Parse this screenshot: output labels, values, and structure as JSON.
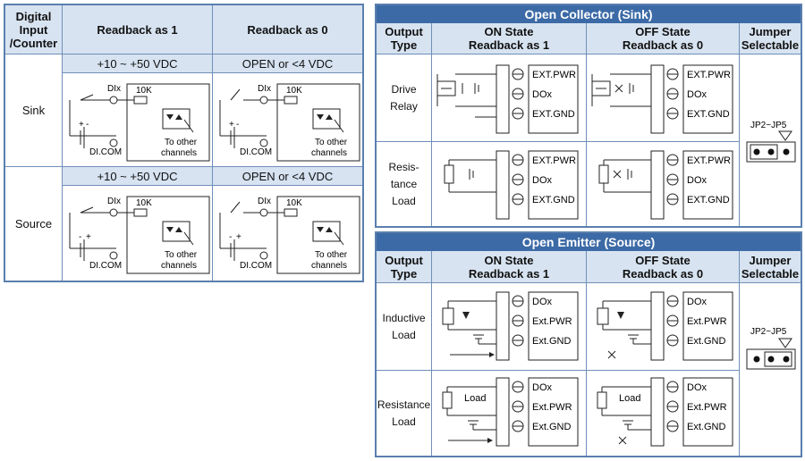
{
  "left_table": {
    "header": {
      "col1": [
        "Digital",
        "Input",
        "/Counter"
      ],
      "col2": "Readback as 1",
      "col3": "Readback as 0"
    },
    "rows": [
      {
        "label": "Sink",
        "cond1": "+10 ~ +50 VDC",
        "cond0": "OPEN or <4 VDC",
        "diagram1": {
          "pin": "DIx",
          "res": "10K",
          "common": "DI.COM",
          "note1": "To other",
          "note2": "channels",
          "pol_top": "+",
          "pol_bot": "-"
        },
        "diagram0": {
          "pin": "DIx",
          "res": "10K",
          "common": "DI.COM",
          "note1": "To other",
          "note2": "channels",
          "pol_top": "+",
          "pol_bot": "-"
        }
      },
      {
        "label": "Source",
        "cond1": "+10 ~ +50 VDC",
        "cond0": "OPEN or <4 VDC",
        "diagram1": {
          "pin": "DIx",
          "res": "10K",
          "common": "DI.COM",
          "note1": "To other",
          "note2": "channels",
          "pol_top": "-",
          "pol_bot": "+"
        },
        "diagram0": {
          "pin": "DIx",
          "res": "10K",
          "common": "DI.COM",
          "note1": "To other",
          "note2": "channels",
          "pol_top": "-",
          "pol_bot": "+"
        }
      }
    ]
  },
  "sink_table": {
    "title": "Open Collector (Sink)",
    "header": {
      "col1": [
        "Output",
        "Type"
      ],
      "col2": [
        "ON State",
        "Readback as 1"
      ],
      "col3": [
        "OFF State",
        "Readback as 0"
      ],
      "col4": [
        "Jumper",
        "Selectable"
      ]
    },
    "rows": [
      {
        "label": [
          "Drive",
          "Relay"
        ],
        "terms": [
          "EXT.PWR",
          "DOx",
          "EXT.GND"
        ]
      },
      {
        "label": [
          "Resis-",
          "tance",
          "Load"
        ],
        "terms": [
          "EXT.PWR",
          "DOx",
          "EXT.GND"
        ]
      }
    ],
    "jumper": "JP2~JP5"
  },
  "source_table": {
    "title": "Open Emitter (Source)",
    "header": {
      "col1": [
        "Output",
        "Type"
      ],
      "col2": [
        "ON State",
        "Readback as 1"
      ],
      "col3": [
        "OFF State",
        "Readback as 0"
      ],
      "col4": [
        "Jumper",
        "Selectable"
      ]
    },
    "rows": [
      {
        "label": [
          "Inductive",
          "Load"
        ],
        "terms": [
          "DOx",
          "Ext.PWR",
          "Ext.GND"
        ],
        "load_label": ""
      },
      {
        "label": [
          "Resistance",
          "Load"
        ],
        "terms": [
          "DOx",
          "Ext.PWR",
          "Ext.GND"
        ],
        "load_label": "Load"
      }
    ],
    "jumper": "JP2~JP5"
  }
}
